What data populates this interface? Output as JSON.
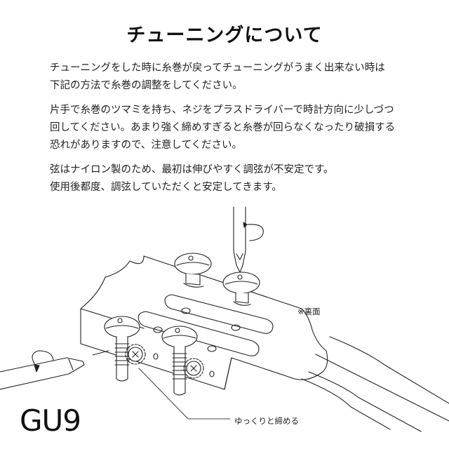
{
  "title": "チューニングについて",
  "paragraphs": [
    {
      "lines": [
        "チューニングをした時に糸巻が戻ってチューニングがうまく出来ない時は",
        "下記の方法で糸巻の調整をしてください。"
      ]
    },
    {
      "lines": [
        "片手で糸巻のツマミを持ち、ネジをプラスドライバーで時計方向に少しづつ",
        "回してください。あまり強く締めすぎると糸巻が回らなくなったり破損する",
        "恐れがありますので、注意してください。"
      ]
    },
    {
      "lines": [
        "弦はナイロン製のため、最初は伸びやすく調弦が不安定です。",
        "使用後都度、調弦していただくと安定してきます。"
      ]
    }
  ],
  "illustration": {
    "subject": "ukulele-headstock-tuning-pegs",
    "labels": {
      "back_side_note": "※裏面",
      "tighten_slowly": "ゆっくりと締める"
    },
    "line_color": "#222222"
  },
  "model": "GU9"
}
